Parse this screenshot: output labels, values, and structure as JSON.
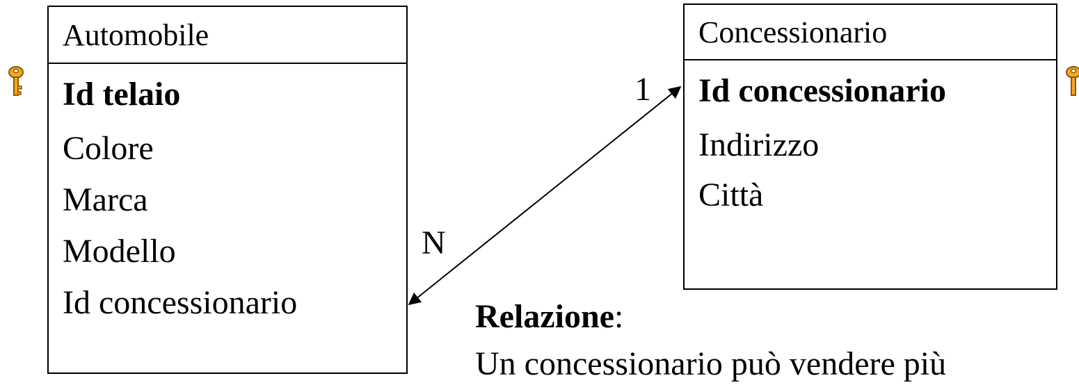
{
  "entities": {
    "automobile": {
      "title": "Automobile",
      "attributes": [
        "Id telaio",
        "Colore",
        "Marca",
        "Modello",
        "Id concessionario"
      ]
    },
    "concessionario": {
      "title": "Concessionario",
      "attributes": [
        "Id concessionario",
        "Indirizzo",
        "Città"
      ]
    }
  },
  "relation": {
    "cardinality_automobile": "N",
    "cardinality_concessionario": "1",
    "title": "Relazione",
    "title_suffix": ":",
    "description": "Un concessionario può vendere più"
  },
  "colors": {
    "key_fill": "#F5A623",
    "key_stroke": "#8A5A00",
    "line": "#000000"
  },
  "icons": [
    "key-icon"
  ]
}
